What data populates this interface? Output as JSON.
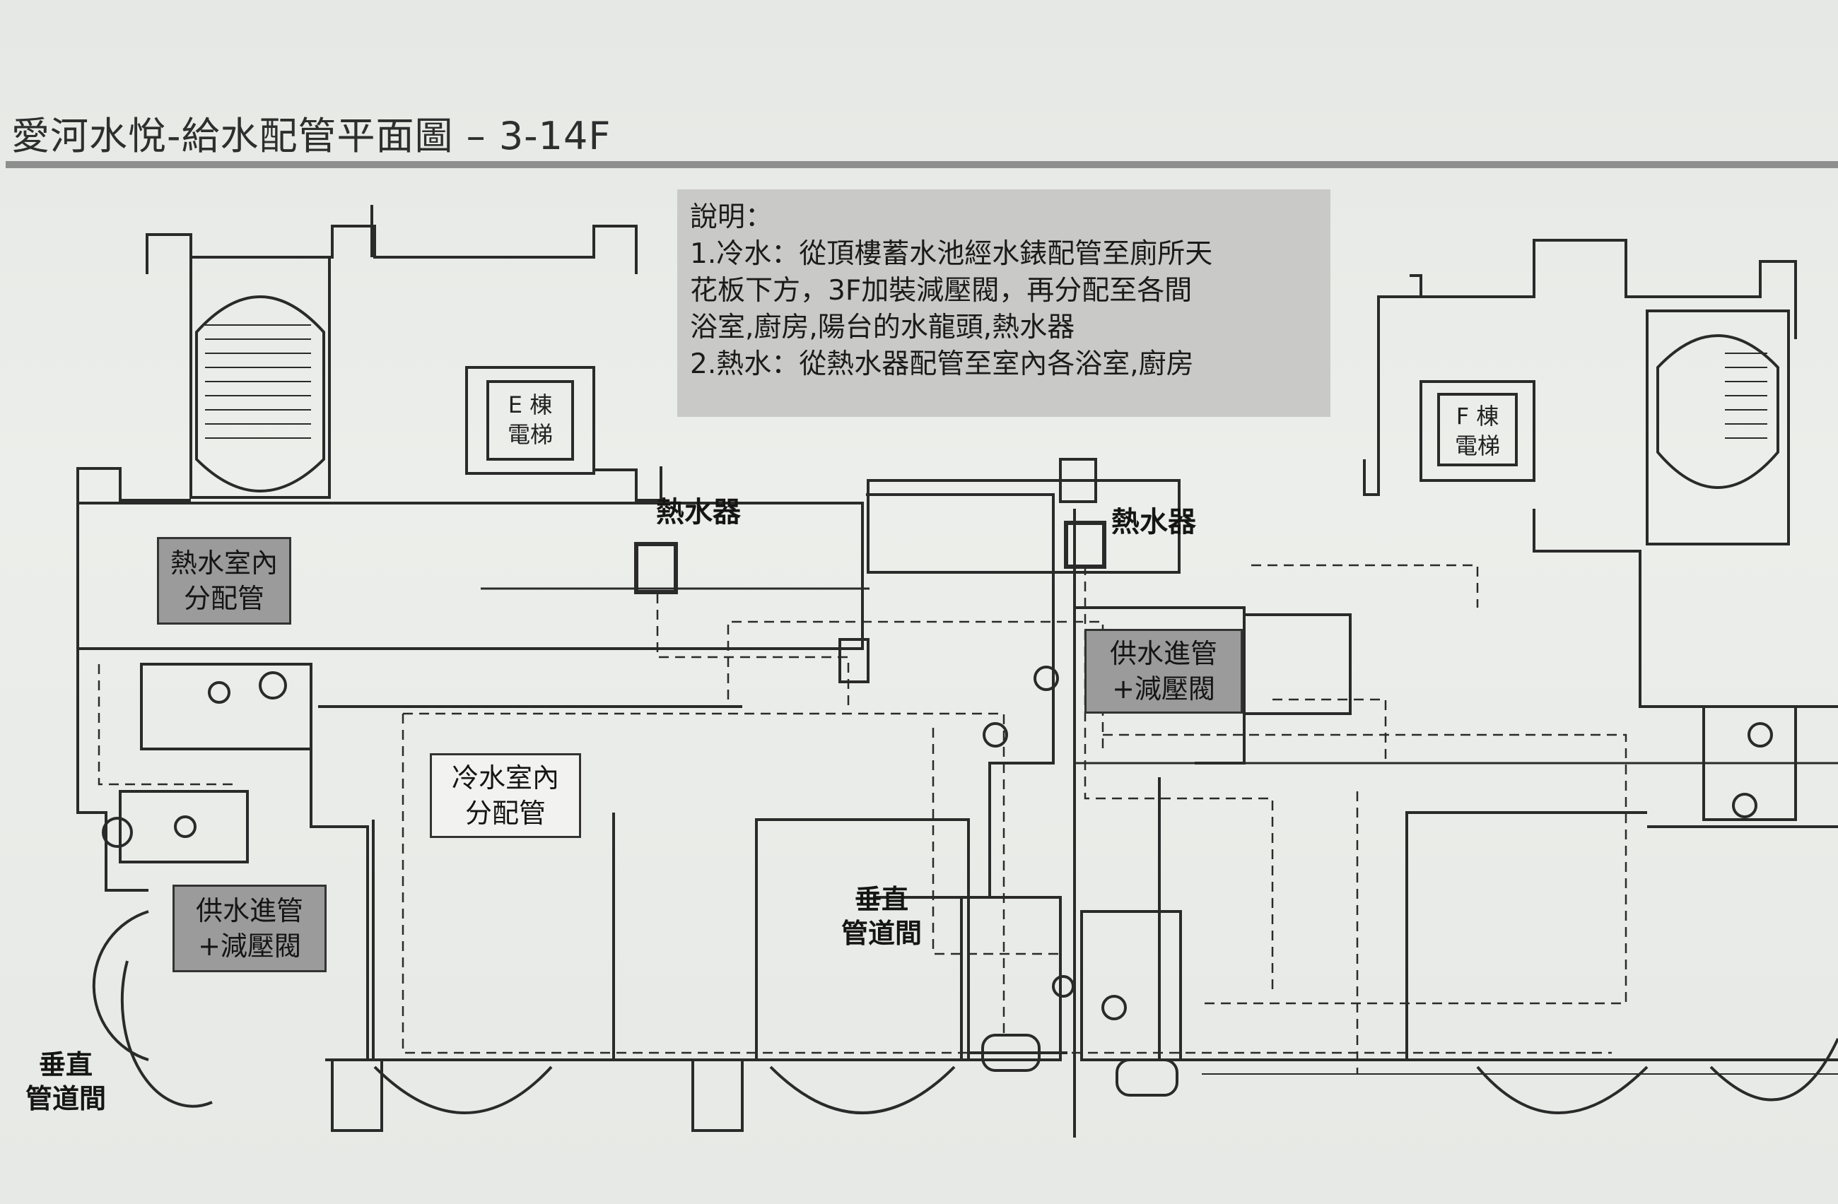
{
  "title": "愛河水悅-給水配管平面圖 – 3-14F",
  "notes": {
    "heading": "說明：",
    "lines": [
      "1.冷水：從頂樓蓄水池經水錶配管至廁所天",
      "花板下方，3F加裝減壓閥，再分配至各間",
      "浴室,廚房,陽台的水龍頭,熱水器",
      "2.熱水：從熱水器配管至室內各浴室,廚房"
    ]
  },
  "elevators": {
    "e": [
      "E 棟",
      "電梯"
    ],
    "f": [
      "F 棟",
      "電梯"
    ]
  },
  "labels": {
    "water_heater_left": "熱水器",
    "water_heater_right": "熱水器",
    "shaft_center": [
      "垂直",
      "管道間"
    ],
    "shaft_left": [
      "垂直",
      "管道間"
    ]
  },
  "callouts": {
    "hot_water": [
      "熱水室內",
      "分配管"
    ],
    "cold_water": [
      "冷水室內",
      "分配管"
    ],
    "supply_left": [
      "供水進管",
      "+減壓閥"
    ],
    "supply_right": [
      "供水進管",
      "+減壓閥"
    ]
  },
  "colors": {
    "paper": "#e9ebe8",
    "wall_line": "#2a2a2a",
    "notes_box": "#c9cac8",
    "callout_dark": "#9a9b9a",
    "callout_light": "#f2f3f1"
  }
}
